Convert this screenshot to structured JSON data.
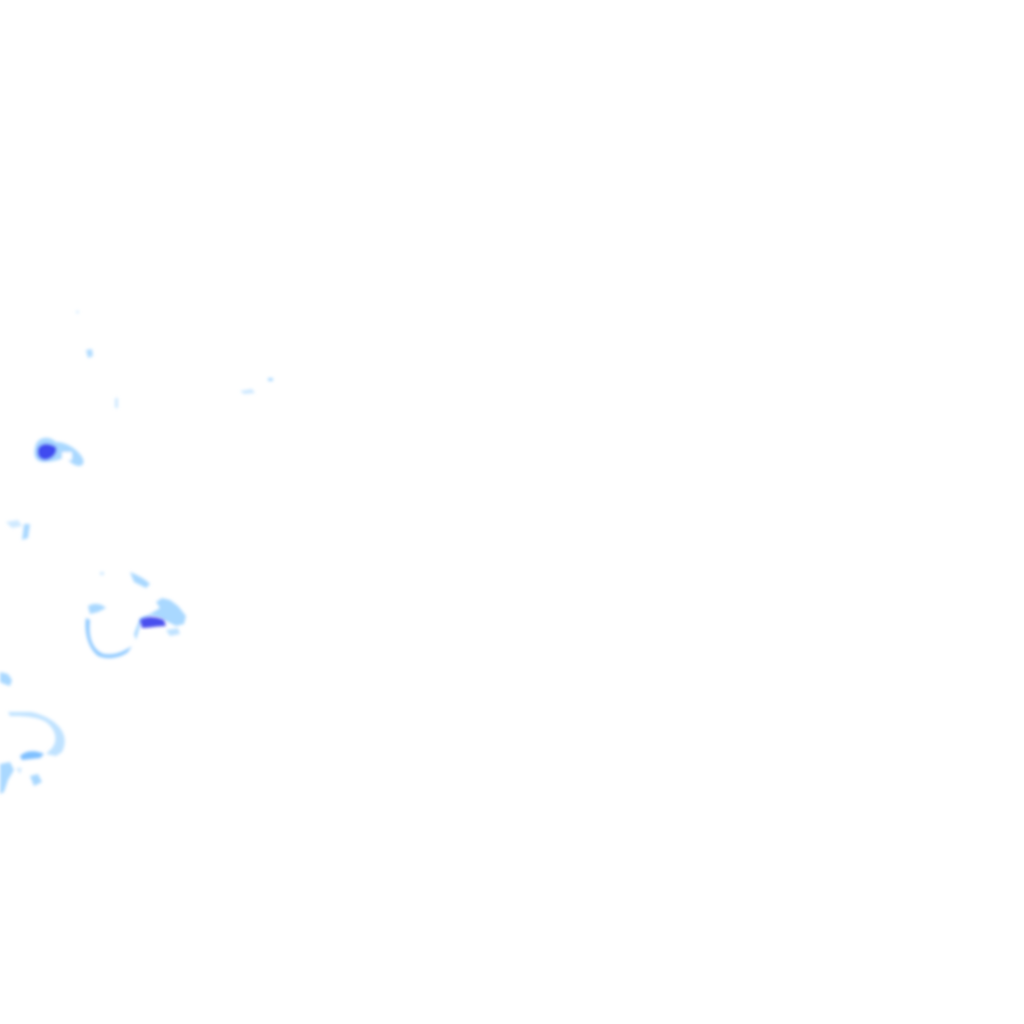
{
  "map": {
    "layer": "precipitation-radar-tile",
    "legend_colors": {
      "light": "#a9d8ff",
      "medium": "#7fc0ff",
      "heavy": "#3f4cf0",
      "background": "#ffffff"
    },
    "cells": [
      {
        "id": "cell-1",
        "intensity": "light"
      },
      {
        "id": "cell-2",
        "intensity": "light"
      },
      {
        "id": "cell-3",
        "intensity": "heavy"
      },
      {
        "id": "cell-4",
        "intensity": "light"
      },
      {
        "id": "cell-5",
        "intensity": "medium"
      },
      {
        "id": "cell-6",
        "intensity": "heavy"
      },
      {
        "id": "cell-7",
        "intensity": "light"
      },
      {
        "id": "cell-8",
        "intensity": "light"
      },
      {
        "id": "cell-9",
        "intensity": "light"
      }
    ]
  }
}
